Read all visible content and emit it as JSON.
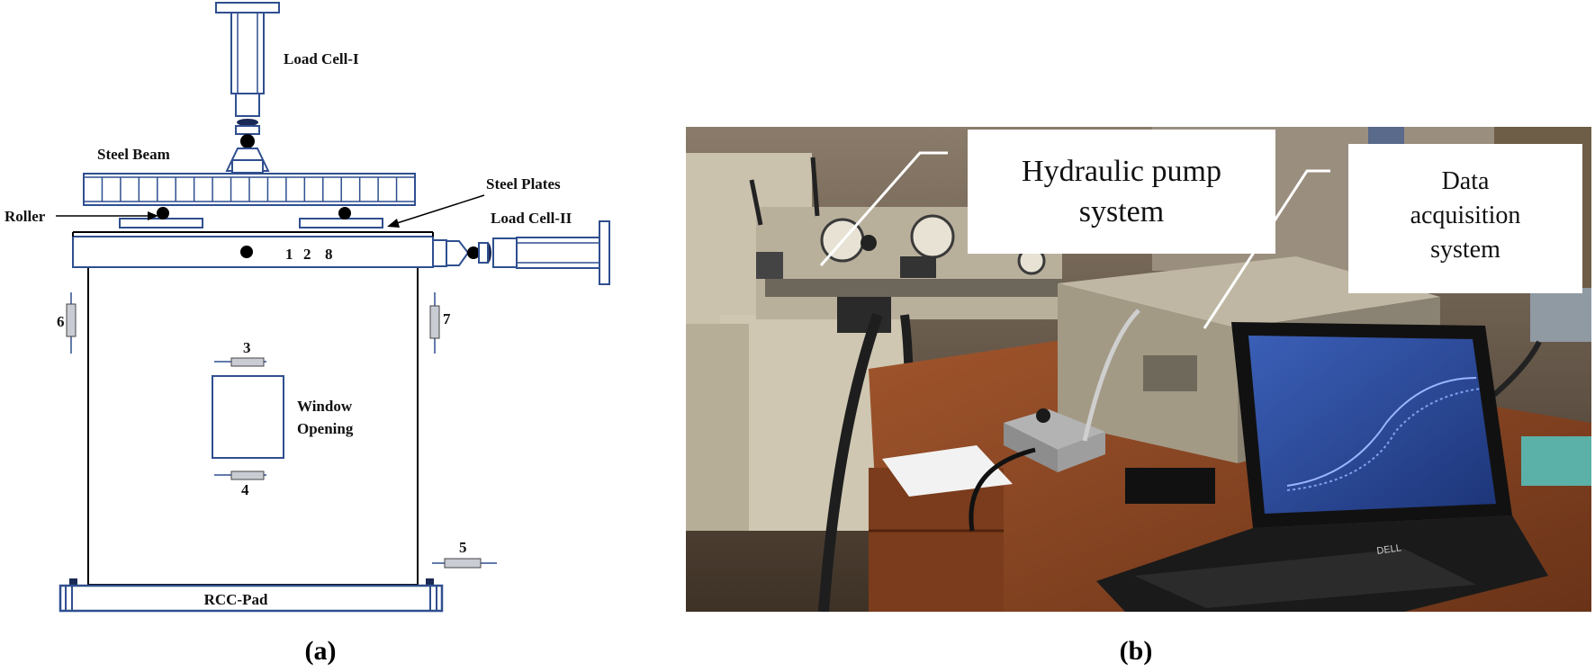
{
  "panel_a": {
    "caption": "(a)",
    "labels": {
      "load_cell_1": "Load Cell-I",
      "steel_beam": "Steel Beam",
      "steel_plates": "Steel Plates",
      "roller": "Roller",
      "load_cell_2": "Load Cell-II",
      "window_line1": "Window",
      "window_line2": "Opening",
      "rcc_pad": "RCC-Pad"
    },
    "sensors": {
      "s1": "1",
      "s2": "2",
      "s3": "3",
      "s4": "4",
      "s5": "5",
      "s6": "6",
      "s7": "7",
      "s8": "8"
    }
  },
  "panel_b": {
    "caption": "(b)",
    "callouts": {
      "pump_line1": "Hydraulic pump",
      "pump_line2": "system",
      "daq_line1": "Data",
      "daq_line2": "acquisition",
      "daq_line3": "system"
    },
    "laptop_brand": "DELL"
  },
  "colors": {
    "diagram_blue": "#2f4f8f",
    "sensor_fill": "#c9ccd3",
    "photo_background": "#6b5a45"
  }
}
